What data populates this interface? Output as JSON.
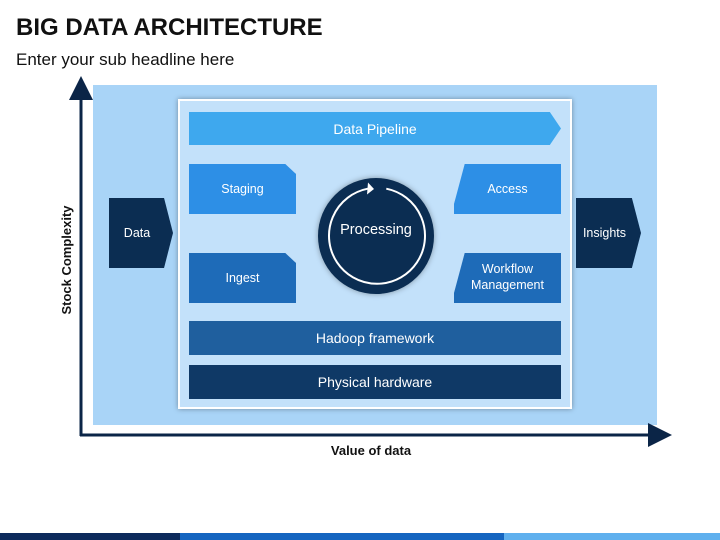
{
  "header": {
    "title": "BIG DATA ARCHITECTURE",
    "subtitle": "Enter your sub headline here"
  },
  "axes": {
    "ylabel": "Stock Complexity",
    "xlabel": "Value of data"
  },
  "diagram": {
    "input": "Data",
    "output": "Insights",
    "pipeline": "Data Pipeline",
    "staging": "Staging",
    "ingest": "Ingest",
    "access": "Access",
    "workflow": "Workflow Management",
    "processing": "Processing",
    "hadoop": "Hadoop framework",
    "hardware": "Physical hardware"
  },
  "colors": {
    "outer_panel": "#a9d4f7",
    "inner_panel": "#c3e1fa",
    "pipeline": "#3ea8ee",
    "card": "#2d8fe6",
    "hadoop": "#1f5f9e",
    "hardware": "#0f3966",
    "dark_navy": "#0b2d52",
    "axis": "#0b2547"
  },
  "footer_colors": [
    "#0d2a5c",
    "#1565c0",
    "#5fb0ee"
  ]
}
